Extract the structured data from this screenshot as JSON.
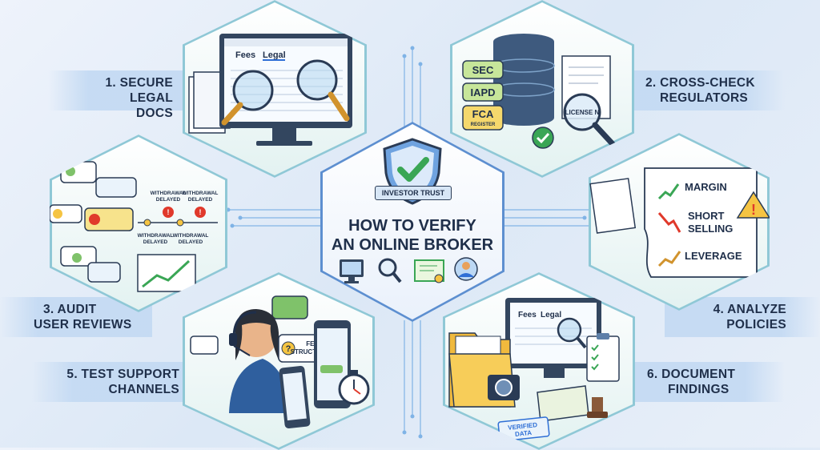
{
  "center": {
    "title_line1": "HOW TO VERIFY",
    "title_line2": "AN ONLINE BROKER",
    "badge": "INVESTOR TRUST"
  },
  "steps": [
    {
      "line1": "1. SECURE",
      "line2": "LEGAL DOCS"
    },
    {
      "line1": "2. CROSS-CHECK",
      "line2": "REGULATORS"
    },
    {
      "line1": "3. AUDIT",
      "line2": "USER REVIEWS"
    },
    {
      "line1": "4. ANALYZE",
      "line2": "POLICIES"
    },
    {
      "line1": "5. TEST SUPPORT",
      "line2": "CHANNELS"
    },
    {
      "line1": "6. DOCUMENT",
      "line2": "FINDINGS"
    }
  ],
  "legal_docs": {
    "tab1": "Fees",
    "tab2": "Legal"
  },
  "regulators": {
    "sec": "SEC",
    "iapd": "IAPD",
    "fca": "FCA",
    "fca_sub": "REGISTER",
    "license": "LICENSE N"
  },
  "reviews": {
    "withdrawal": "WITHDRAWAL",
    "delayed": "DELAYED"
  },
  "policies": {
    "margin": "MARGIN",
    "short": "SHORT",
    "selling": "SELLING",
    "leverage": "LEVERAGE"
  },
  "support": {
    "fee": "FEE",
    "structures": "STRUCTURES"
  },
  "findings": {
    "tab1": "Fees",
    "tab2": "Legal",
    "verified": "VERIFIED",
    "data": "DATA"
  },
  "colors": {
    "accent": "#2f6fd6",
    "hex_border": "#8fc8d6",
    "label_band": "#c4daf3",
    "check_green": "#3aa655",
    "warning": "#e0392b"
  }
}
